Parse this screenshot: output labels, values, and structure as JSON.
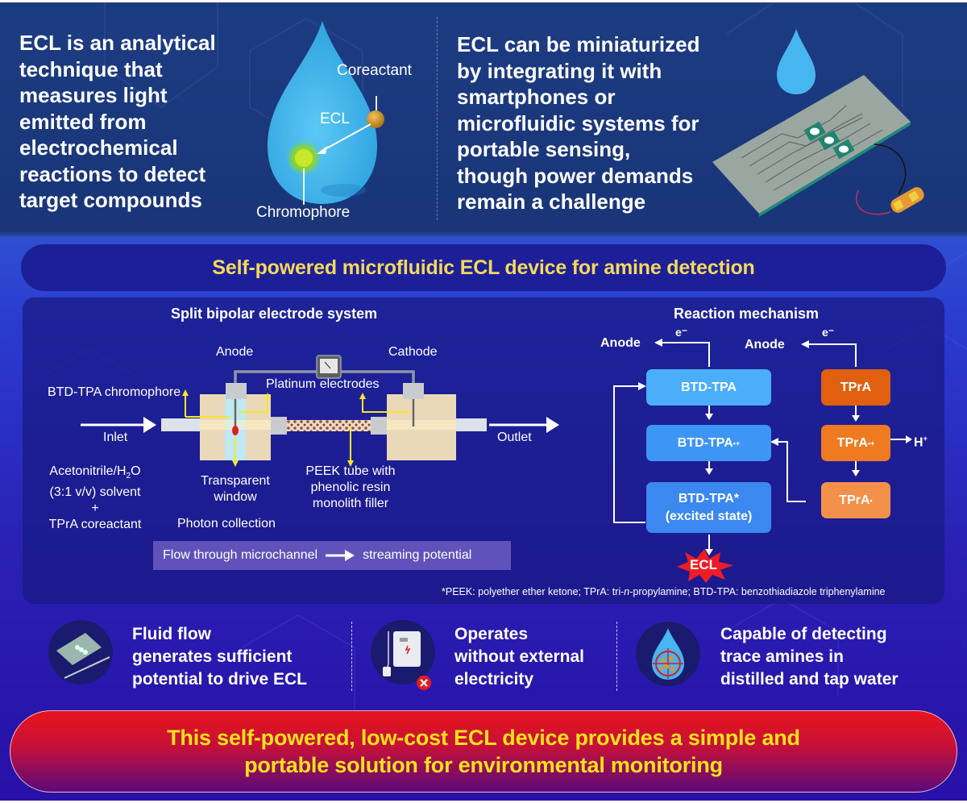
{
  "intro": {
    "left_text": [
      "ECL is an analytical",
      "technique that",
      "measures light",
      "emitted from",
      "electrochemical",
      "reactions to detect",
      "target compounds"
    ],
    "drop_labels": {
      "coreactant": "Coreactant",
      "ecl": "ECL",
      "chromophore": "Chromophore"
    },
    "right_text": [
      "ECL can be miniaturized",
      "by integrating it with",
      "smartphones or",
      "microfluidic systems for",
      "portable sensing,",
      "though power demands",
      "remain a challenge"
    ]
  },
  "title_banner": "Self-powered microfluidic ECL device for amine detection",
  "bipolar_system": {
    "heading": "Split bipolar electrode system",
    "anode": "Anode",
    "cathode": "Cathode",
    "ammeter_label": "A",
    "platinum_electrodes": "Platinum electrodes",
    "chromophore": "BTD-TPA chromophore",
    "inlet": "Inlet",
    "outlet": "Outlet",
    "solvent": {
      "line1_prefix": "Acetonitrile/H",
      "line1_sub": "2",
      "line1_suffix": "O",
      "line2": "(3:1 v/v) solvent",
      "line3": "+",
      "line4": "TPrA coreactant"
    },
    "window": [
      "Transparent",
      "window"
    ],
    "photon_collection": "Photon collection",
    "peek": [
      "PEEK tube with",
      "phenolic resin",
      "monolith filler"
    ],
    "flow_left": "Flow through microchannel",
    "flow_right": "streaming potential"
  },
  "mechanism": {
    "heading": "Reaction mechanism",
    "anode_left": "Anode",
    "anode_right": "Anode",
    "electron": "e⁻",
    "boxes": {
      "btd_tpa": "BTD-TPA",
      "btd_tpa_radical_base": "BTD-TPA",
      "btd_tpa_radical_sup": "•+",
      "btd_tpa_excited_1": "BTD-TPA*",
      "btd_tpa_excited_2": "(excited state)",
      "tpra": "TPrA",
      "tpra_radical_base": "TPrA",
      "tpra_radical_sup": "•+",
      "tpra_neutral_base": "TPrA",
      "tpra_neutral_sup": "•"
    },
    "proton": "H",
    "proton_sup": "+",
    "ecl_burst": "ECL",
    "colors": {
      "blue_light": "#4aaefb",
      "blue_mid": "#3d96f5",
      "blue_dark": "#3a88f0",
      "orange_dark": "#e0600f",
      "orange_mid": "#f07a20",
      "orange_light": "#f3904a",
      "burst": "#ee1c25"
    }
  },
  "footnote": {
    "part1": "*PEEK: polyether ether ketone; TPrA: tri-",
    "italic": "n",
    "part2": "-propylamine; BTD-TPA: benzothiadiazole triphenylamine"
  },
  "features": [
    {
      "icon": "microfluidic-chip-icon",
      "lines": [
        "Fluid flow",
        "generates sufficient",
        "potential to drive ECL"
      ]
    },
    {
      "icon": "power-outlet-crossed-icon",
      "lines": [
        "Operates",
        "without external",
        "electricity"
      ]
    },
    {
      "icon": "water-drop-target-icon",
      "lines": [
        "Capable of detecting",
        "trace amines in",
        "distilled and tap water"
      ]
    }
  ],
  "conclusion": [
    "This self-powered, low-cost ECL device provides a simple and",
    "portable solution for environmental monitoring"
  ],
  "colors": {
    "title_yellow": "#f5d95a",
    "conclusion_yellow": "#f7e21c",
    "top_band": "#1c3c82"
  }
}
